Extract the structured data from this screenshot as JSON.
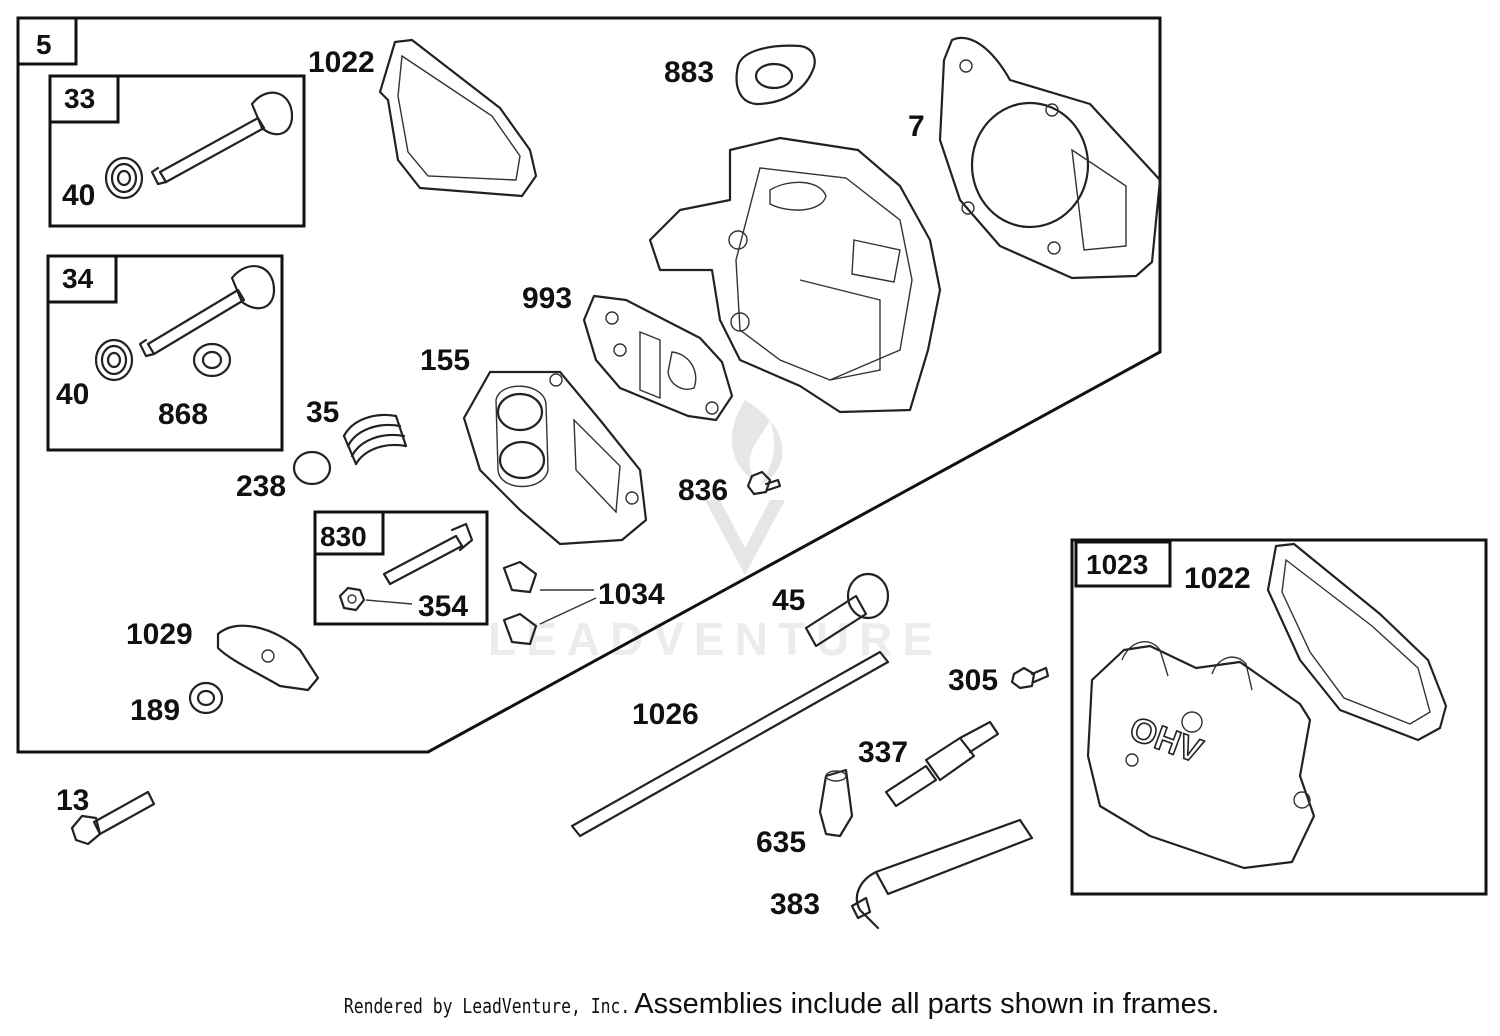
{
  "watermark": "LEADVENTURE",
  "frames": {
    "main": "5",
    "valve_exhaust": "33",
    "valve_intake": "34",
    "breather_stud": "830",
    "rocker_cover": "1023"
  },
  "labels": {
    "p1022_main": "1022",
    "p883": "883",
    "p7": "7",
    "p40_a": "40",
    "p40_b": "40",
    "p868": "868",
    "p993": "993",
    "p155": "155",
    "p35": "35",
    "p238": "238",
    "p836": "836",
    "p354": "354",
    "p1034": "1034",
    "p1029": "1029",
    "p189": "189",
    "p45": "45",
    "p305": "305",
    "p1026": "1026",
    "p337": "337",
    "p635": "635",
    "p383": "383",
    "p13": "13",
    "p1022_cover": "1022"
  },
  "cover_logo": "OHV",
  "footer": {
    "credit": "Rendered by LeadVenture, Inc.",
    "note": "Assemblies include all parts shown in frames."
  }
}
